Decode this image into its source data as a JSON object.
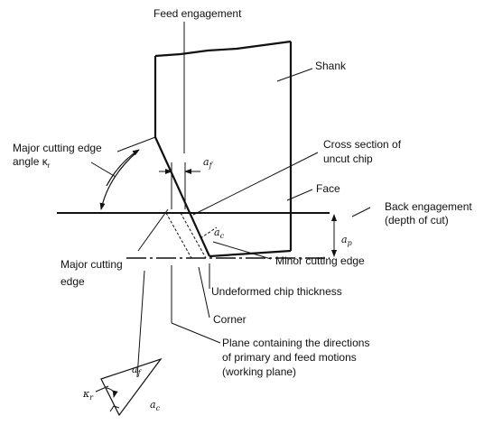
{
  "labels": {
    "feed_engagement": "Feed engagement",
    "shank": "Shank",
    "major_angle_line1": "Major cutting edge",
    "major_angle_line2": "angle κ",
    "major_angle_sub": "r",
    "cross_section_line1": "Cross section of",
    "cross_section_line2": "uncut chip",
    "face": "Face",
    "back_engagement_line1": "Back engagement",
    "back_engagement_line2": "(depth of cut)",
    "major_edge_line1": "Major cutting",
    "major_edge_line2": "edge",
    "minor_edge": "Minor cutting edge",
    "undeformed_chip": "Undeformed chip thickness",
    "corner": "Corner",
    "plane_line1": "Plane containing the directions",
    "plane_line2": "of primary and feed motions",
    "plane_line3": "(working plane)"
  },
  "symbols": {
    "a_f": "a",
    "a_f_sub": "f",
    "a_c": "a",
    "a_c_sub": "c",
    "a_p": "a",
    "a_p_sub": "p",
    "kappa": "κ",
    "kappa_sub": "r"
  }
}
